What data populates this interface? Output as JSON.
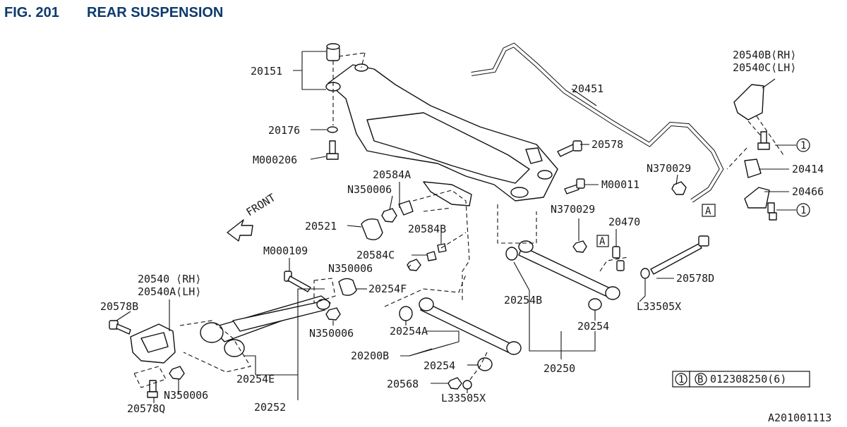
{
  "figure": {
    "number": "FIG. 201",
    "title": "REAR SUSPENSION",
    "drawing_id": "A201001113",
    "front_label": "FRONT"
  },
  "callouts": {
    "c20151": "20151",
    "c20176": "20176",
    "cM000206": "M000206",
    "c20584A": "20584A",
    "cN350006a": "N350006",
    "c20521": "20521",
    "c20584B": "20584B",
    "c20584C": "20584C",
    "cN350006b": "N350006",
    "cM000109": "M000109",
    "c20254F": "20254F",
    "c20540": "20540 ⟨RH⟩",
    "c20540A": "20540A⟨LH⟩",
    "c20578B": "20578B",
    "cN350006c": "N350006",
    "cN350006d": "N350006",
    "c20254E": "20254E",
    "c20578Q": "20578Q",
    "c20252": "20252",
    "c20451": "20451",
    "c20578": "20578",
    "cM00011": "M00011",
    "cN370029a": "N370029",
    "cN370029b": "N370029",
    "c20470": "20470",
    "c20540B": "20540B⟨RH⟩",
    "c20540C": "20540C⟨LH⟩",
    "c20414": "20414",
    "c20466": "20466",
    "c20578D": "20578D",
    "cL33505Xa": "L33505X",
    "c20254B": "20254B",
    "c20254a": "20254",
    "c20254A": "20254A",
    "c20200B": "20200B",
    "c20254b": "20254",
    "c20568": "20568",
    "cL33505Xb": "L33505X",
    "c20250": "20250"
  },
  "refs": {
    "ref_a": "A",
    "ref_1": "1"
  },
  "legend": {
    "key_num": "1",
    "key_letter": "B",
    "part_no": "012308250(6)"
  }
}
